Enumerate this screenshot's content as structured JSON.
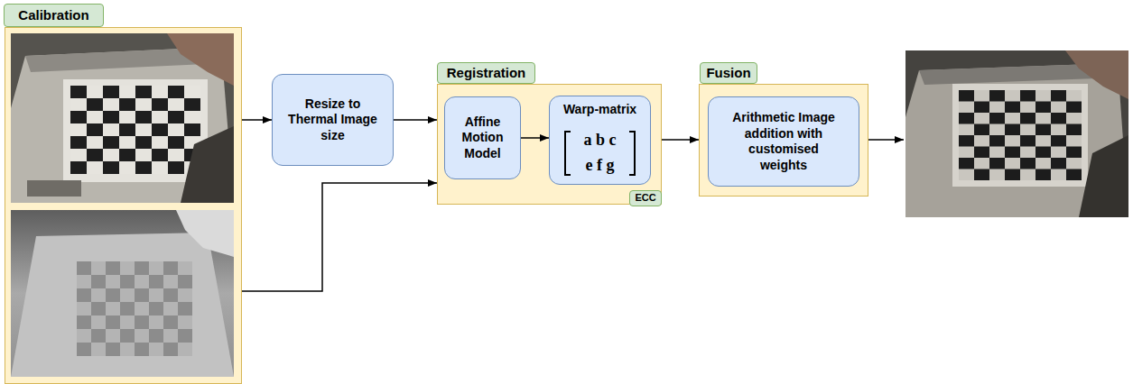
{
  "diagram": {
    "nodes": [
      {
        "text": [
          "Calibration"
        ]
      },
      {
        "text": [
          "Resize to Thermal Image size"
        ]
      },
      {
        "text": [
          "Registration",
          "ECC"
        ]
      },
      {
        "text": [
          "Affine Motion Model"
        ],
        "in": 2
      },
      {
        "text": [
          "Warp-matrix",
          "a b c",
          "e f g"
        ],
        "in": 2
      },
      {
        "text": [
          "Fusion"
        ]
      },
      {
        "text": [
          "Arithmetic Image addition with customised weights"
        ],
        "in": 5
      }
    ],
    "edges": [
      {
        "from": 0,
        "to": 1,
        "arrow": "to"
      },
      {
        "from": 1,
        "to": 2,
        "arrow": "to"
      },
      {
        "from": 0,
        "to": 2,
        "arrow": "to"
      },
      {
        "from": 3,
        "to": 4,
        "arrow": "to"
      },
      {
        "from": 2,
        "to": 5,
        "arrow": "to"
      }
    ]
  }
}
